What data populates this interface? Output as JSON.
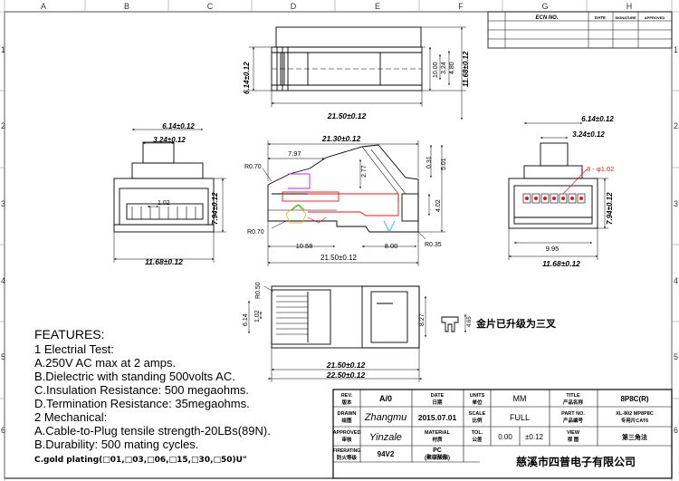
{
  "grid": {
    "columns": [
      "A",
      "B",
      "C",
      "D",
      "E",
      "F",
      "G",
      "H"
    ],
    "rows": [
      "1",
      "2",
      "3",
      "4",
      "5",
      "6"
    ]
  },
  "revision_table": {
    "ecn_no": "ECN NO.",
    "date": "DATE",
    "signature": "SIGNATURE",
    "approved": "APPROVED"
  },
  "dimensions": {
    "top_height": "11.68±0.12",
    "top_left_height": "6.14±0.12",
    "top_width": "21.50±0.12",
    "top_d1": "10.00",
    "top_d2": "3.24",
    "top_d3": "4.80",
    "front_top": "6.14±0.12",
    "front_mid": "3.24±0.12",
    "front_pitch": "1.02",
    "front_height": "7.94±0.12",
    "front_width": "11.68±0.12",
    "side_length": "21.30±0.12",
    "side_797": "7.97",
    "side_r070_top": "R0.70",
    "side_277": "2.77",
    "side_031": "0.31",
    "side_501": "5.01",
    "side_402": "4.02",
    "side_r070_bot": "R0.70",
    "side_1058": "10.58",
    "side_800": "8.00",
    "side_r035": "R0.35",
    "side_total": "21.50±0.12",
    "right_top": "6.14±0.12",
    "right_mid": "3.24±0.12",
    "right_pin": "8 - φ1.02",
    "right_height": "7.94±0.12",
    "right_995": "9.95",
    "right_width": "11.68±0.12",
    "bottom_r050": "R0.50",
    "bottom_614": "6.14",
    "bottom_102": "1.02",
    "bottom_827": "8.27",
    "bottom_w1": "21.50±0.12",
    "bottom_w2": "22.50±0.12",
    "detail_h": "4.65"
  },
  "note_chinese": "金片已升级为三叉",
  "features": {
    "heading": "FEATURES:",
    "lines": [
      "1 Electrial Test:",
      "A.250V AC max at 2 amps.",
      "B.Dielectric with standing 500volts AC.",
      "C.Insulation Resistance: 500 megaohms.",
      "D.Termination Resistance: 35megaohms.",
      "2 Mechanical:",
      "A.Cable-to-Plug tensile strength-20LBs(89N).",
      "B.Durability: 500 mating cycles."
    ],
    "plating": "C.gold plating(□01,□03,□06,□15,□30,□50)U\""
  },
  "title_block": {
    "rev_label_en": "REV.",
    "rev_label_cn": "版本",
    "rev_value": "A/0",
    "date_label_en": "DATE",
    "date_label_cn": "日期",
    "units_label_en": "UNITS",
    "units_label_cn": "单位",
    "units_value": "MM",
    "title_label_en": "TITLE",
    "title_label_cn": "产品名称",
    "title_value": "8P8C(R)",
    "drawn_label_en": "DRAWN",
    "drawn_label_cn": "绘图",
    "drawn_sig": "Zhangmu",
    "date_value": "2015.07.01",
    "scale_label_en": "SCALE",
    "scale_label_cn": "比例",
    "scale_value": "FULL",
    "partno_label_en": "PART NO.",
    "partno_label_cn": "产品编号",
    "partno_value": "XL-802 MP8P8C",
    "partno_value2": "专用片CAT6",
    "approved_label_en": "APPROVED",
    "approved_label_cn": "审核",
    "approved_sig": "Yinzale",
    "material_label_en": "MATERIAL",
    "material_label_cn": "材质",
    "tol_label_en": "TOL.",
    "tol_label_cn": "公差",
    "tol_val1": "0.00",
    "tol_val2": "±0.12",
    "view_label_en": "VIEW",
    "view_label_cn": "视  图",
    "view_value": "第三角法",
    "firerating_label_en": "FIRERATING",
    "firerating_label_cn": "防火等级",
    "firerating_value": "94V2",
    "material_value": "PC",
    "material_value2": "(聚碳酸酯)",
    "company": "慈溪市四普电子有限公司"
  },
  "colors": {
    "line": "#000000",
    "grid": "#9a9a9a",
    "dim": "#1a1a1a",
    "red": "#e8141a",
    "magenta": "#cc22cc",
    "cyan": "#19c4c4",
    "yellow": "#e0c030",
    "green": "#20b020"
  }
}
